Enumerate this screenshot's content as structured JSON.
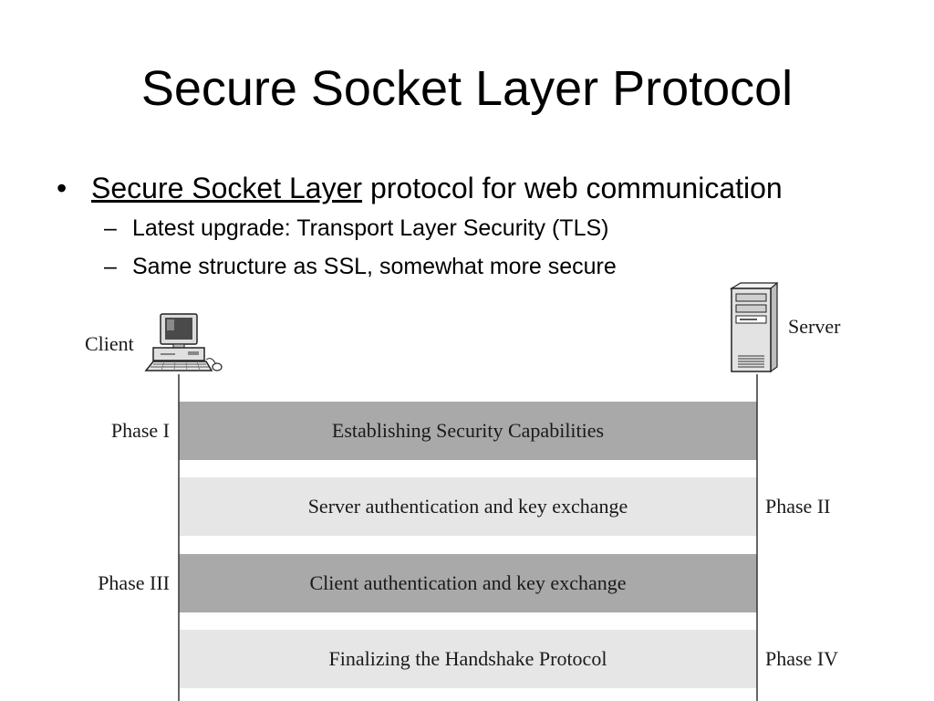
{
  "slide": {
    "title": "Secure Socket Layer Protocol",
    "bullet": {
      "link_text": "Secure Socket Layer",
      "rest_text": " protocol for web communication"
    },
    "sub_bullets": [
      "Latest upgrade: Transport Layer Security (TLS)",
      "Same structure as SSL, somewhat more secure"
    ],
    "bullet_symbol": "•",
    "dash_symbol": "–"
  },
  "diagram": {
    "client_label": "Client",
    "server_label": "Server",
    "client_icon": "desktop-computer-icon",
    "server_icon": "server-tower-icon",
    "phases": [
      {
        "label": "Phase I",
        "side": "left",
        "band_text": "Establishing Security Capabilities",
        "band_color": "#a9a9a9"
      },
      {
        "label": "Phase II",
        "side": "right",
        "band_text": "Server authentication and key exchange",
        "band_color": "#e6e6e6"
      },
      {
        "label": "Phase III",
        "side": "left",
        "band_text": "Client authentication and key exchange",
        "band_color": "#a9a9a9"
      },
      {
        "label": "Phase IV",
        "side": "right",
        "band_text": "Finalizing the Handshake Protocol",
        "band_color": "#e6e6e6"
      }
    ]
  }
}
